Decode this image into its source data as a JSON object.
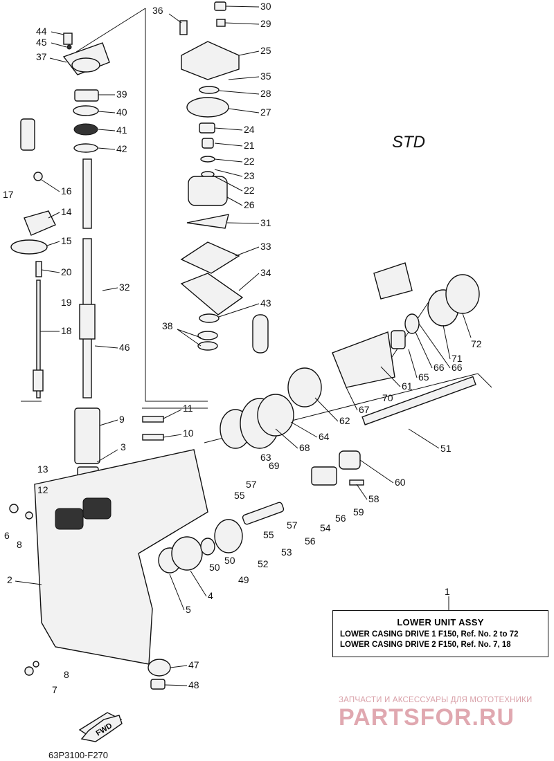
{
  "variant_label": "STD",
  "legend": {
    "title": "LOWER UNIT ASSY",
    "lines": [
      "LOWER CASING DRIVE 1 F150, Ref. No. 2 to 72",
      "LOWER CASING DRIVE 2 F150, Ref. No. 7, 18"
    ]
  },
  "diagram_code": "63P3100-F270",
  "fwd_label": "FWD",
  "watermark": {
    "caption": "ЗАПЧАСТИ И АКСЕССУАРЫ ДЛЯ МОТОТЕХНИКИ",
    "brand": "PARTSFOR.RU"
  },
  "callouts": [
    "1",
    "2",
    "3",
    "4",
    "5",
    "6",
    "7",
    "8",
    "8",
    "9",
    "10",
    "11",
    "12",
    "13",
    "14",
    "15",
    "16",
    "17",
    "18",
    "19",
    "20",
    "21",
    "22",
    "22",
    "23",
    "24",
    "25",
    "26",
    "27",
    "28",
    "29",
    "30",
    "31",
    "32",
    "33",
    "34",
    "35",
    "36",
    "37",
    "38",
    "39",
    "40",
    "41",
    "42",
    "43",
    "44",
    "45",
    "46",
    "47",
    "48",
    "49",
    "50",
    "50",
    "51",
    "52",
    "53",
    "54",
    "55",
    "55",
    "56",
    "56",
    "57",
    "57",
    "58",
    "59",
    "60",
    "61",
    "62",
    "63",
    "64",
    "65",
    "66",
    "66",
    "67",
    "68",
    "69",
    "70",
    "71",
    "72"
  ]
}
